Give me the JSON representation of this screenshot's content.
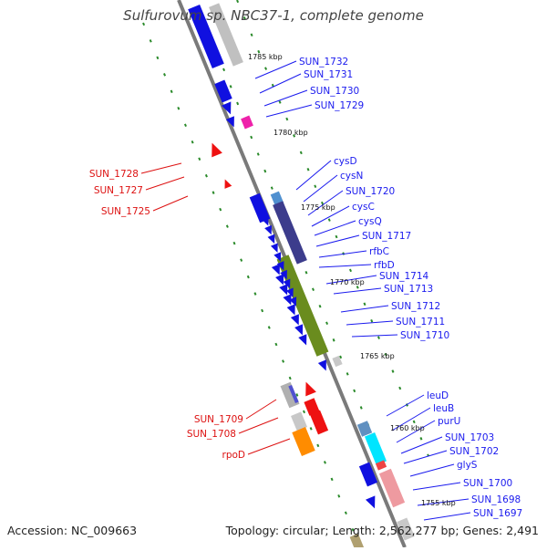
{
  "title": "Sulfurovum sp. NBC37-1, complete genome",
  "footer": {
    "accession": "Accession: NC_009663",
    "stats": "Topology: circular; Length: 2,562,277 bp; Genes: 2,491"
  },
  "kbp_labels": [
    "1785 kbp",
    "1780 kbp",
    "1775 kbp",
    "1770 kbp",
    "1765 kbp",
    "1760 kbp",
    "1755 kbp"
  ],
  "genes_forward": [
    "SUN_1732",
    "SUN_1731",
    "SUN_1730",
    "SUN_1729",
    "cysD",
    "cysN",
    "SUN_1720",
    "cysC",
    "cysQ",
    "SUN_1717",
    "rfbC",
    "rfbD",
    "SUN_1714",
    "SUN_1713",
    "SUN_1712",
    "SUN_1711",
    "SUN_1710",
    "leuD",
    "leuB",
    "purU",
    "SUN_1703",
    "SUN_1702",
    "glyS",
    "SUN_1700",
    "SUN_1698",
    "SUN_1697"
  ],
  "genes_reverse": [
    "SUN_1728",
    "SUN_1727",
    "SUN_1725",
    "SUN_1709",
    "SUN_1708",
    "rpoD"
  ],
  "colors": {
    "forward_label": "#1a1aee",
    "reverse_label": "#dd1111",
    "backbone": "#7a7a7a",
    "tick": "#2a8a2a",
    "gene_blue": "#1010e0",
    "gene_red": "#ee1111"
  }
}
